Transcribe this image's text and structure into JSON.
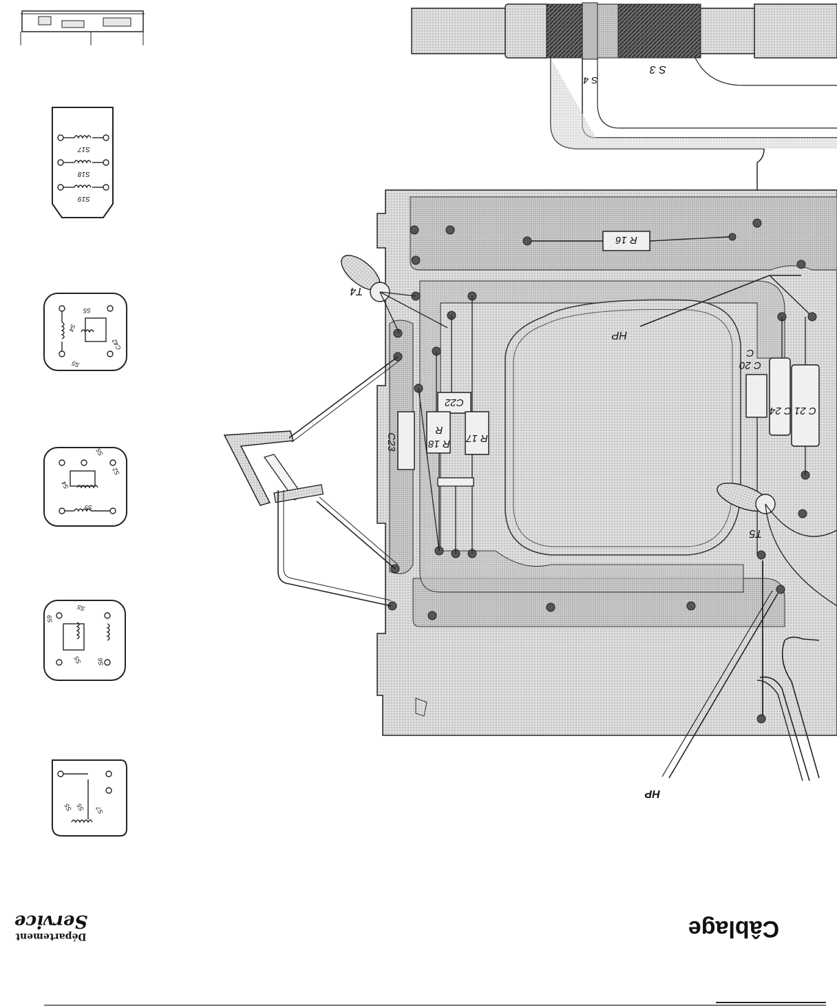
{
  "document": {
    "title": "Câblage",
    "department_line": "Département",
    "service_line": "Service",
    "orientation": "rotated-180"
  },
  "board": {
    "components": {
      "r16": "R 16",
      "r17": "R 17",
      "r18": "R 18",
      "c20": "C 20",
      "c21": "C 21",
      "c22": "C22",
      "c23": "C23",
      "c24": "C 24",
      "t4": "T4",
      "t5": "T5",
      "hp_center": "HP",
      "hp_lead": "HP"
    },
    "coils": {
      "s3": "S 3",
      "s4": "S 4"
    }
  },
  "insets": {
    "inset_2": [
      "S17",
      "S18",
      "S19"
    ],
    "inset_3": [
      "S4",
      "S5",
      "S5",
      "C42"
    ],
    "inset_4": [
      "S4",
      "S2",
      "S5",
      "S5"
    ],
    "inset_5": [
      "S5",
      "S5",
      "S6",
      "S9"
    ],
    "inset_6": [
      "S5",
      "S5",
      "S7"
    ]
  },
  "colors": {
    "board_fill": "#d8d8d8",
    "trace_fill": "#c4c4c4",
    "line": "#222222",
    "coil_dark": "#555555"
  }
}
